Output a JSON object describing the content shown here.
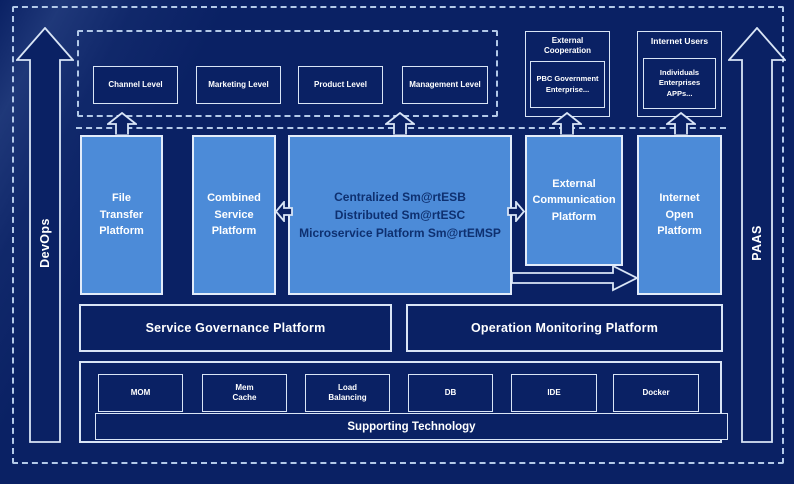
{
  "colors": {
    "background": "#0a2164",
    "panel_blue": "#4c8bd8",
    "border_light": "#d9e5f6",
    "dashed_line": "#b3c9e8",
    "dark_text": "#0e3070"
  },
  "rails": {
    "left_label": "DevOps",
    "right_label": "PAAS"
  },
  "channel_levels": {
    "items": [
      {
        "label": "Channel Level"
      },
      {
        "label": "Marketing Level"
      },
      {
        "label": "Product Level"
      },
      {
        "label": "Management Level"
      }
    ]
  },
  "external_cooperation": {
    "title": "External\nCooperation",
    "body": "PBC Government\nEnterprise..."
  },
  "internet_users": {
    "title": "Internet Users",
    "body": "Individuals\nEnterprises\nAPPs..."
  },
  "platforms": {
    "file_transfer": {
      "label": "File\nTransfer\nPlatform"
    },
    "combined_service": {
      "label": "Combined\nService\nPlatform"
    },
    "esb_core": {
      "label": "Centralized Sm@rtESB\nDistributed Sm@rtESC\nMicroservice Platform Sm@rtEMSP"
    },
    "external_communication": {
      "label": "External\nCommunication\nPlatform"
    },
    "internet_open": {
      "label": "Internet\nOpen\nPlatform"
    }
  },
  "governance": {
    "service_governance": "Service Governance Platform",
    "operation_monitoring": "Operation Monitoring Platform"
  },
  "supporting": {
    "technologies": [
      {
        "label": "MOM"
      },
      {
        "label": "Mem\nCache"
      },
      {
        "label": "Load\nBalancing"
      },
      {
        "label": "DB"
      },
      {
        "label": "IDE"
      },
      {
        "label": "Docker"
      }
    ],
    "banner": "Supporting Technology"
  }
}
